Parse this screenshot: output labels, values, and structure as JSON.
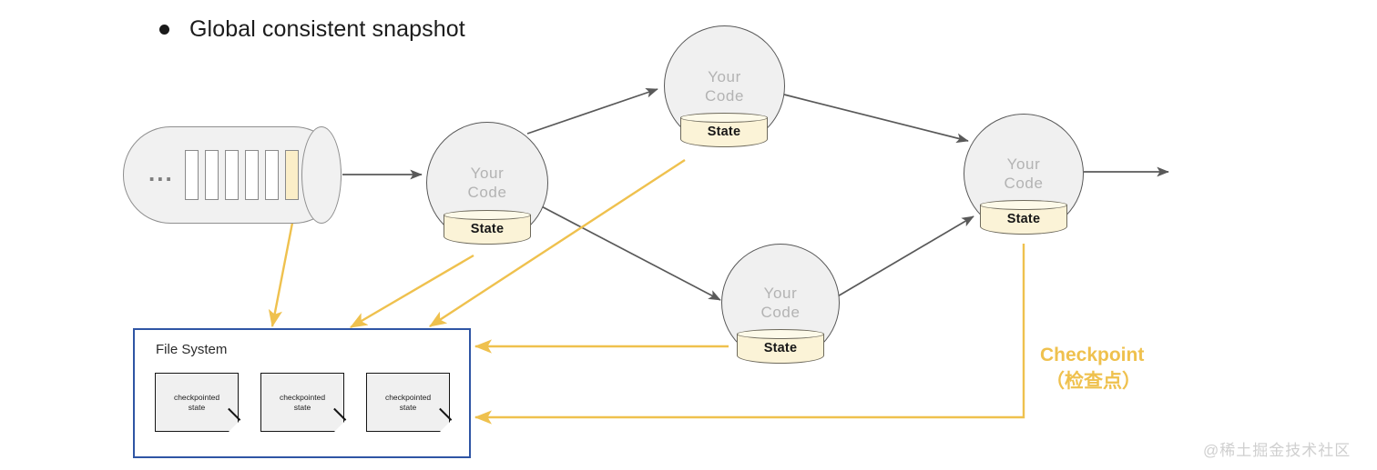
{
  "slide": {
    "bullet": {
      "marker": "bullet-dot",
      "text": "Global consistent snapshot"
    },
    "watermark": "@稀土掘金技术社区"
  },
  "source": {
    "name": "input-stream-cylinder",
    "ellipsis": "...",
    "records": [
      {
        "highlighted": false
      },
      {
        "highlighted": false
      },
      {
        "highlighted": false
      },
      {
        "highlighted": false
      },
      {
        "highlighted": false
      },
      {
        "highlighted": true
      }
    ]
  },
  "nodes": [
    {
      "id": "node-1",
      "label_line1": "Your",
      "label_line2": "Code",
      "state_label": "State"
    },
    {
      "id": "node-2",
      "label_line1": "Your",
      "label_line2": "Code",
      "state_label": "State"
    },
    {
      "id": "node-3",
      "label_line1": "Your",
      "label_line2": "Code",
      "state_label": "State"
    },
    {
      "id": "node-4",
      "label_line1": "Your",
      "label_line2": "Code",
      "state_label": "State"
    }
  ],
  "file_system": {
    "title": "File System",
    "notes": [
      {
        "line1": "checkpointed",
        "line2": "state"
      },
      {
        "line1": "checkpointed",
        "line2": "state"
      },
      {
        "line1": "checkpointed",
        "line2": "state"
      }
    ]
  },
  "checkpoint_caption": {
    "english": "Checkpoint",
    "chinese": "（检查点）"
  },
  "colors": {
    "accent_gold": "#efc14e",
    "state_fill": "#fbf3d7",
    "node_fill": "#f0f0f0",
    "node_stroke": "#595959",
    "fs_border": "#2f55a4",
    "edge_gray": "#595959",
    "highlight_record": "#fbeec8"
  }
}
